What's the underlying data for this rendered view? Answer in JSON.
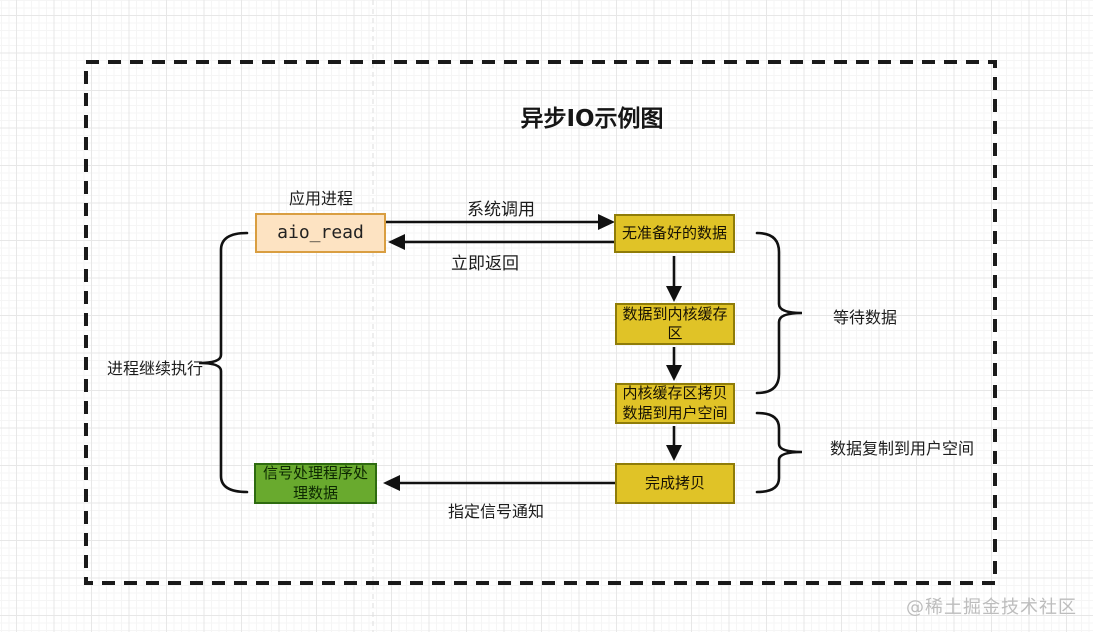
{
  "title": "异步IO示例图",
  "watermark": "@稀土掘金技术社区",
  "colors": {
    "yellow_box_fill": "#e0c327",
    "yellow_box_border": "#8f7c08",
    "orange_box_fill": "#fde3c2",
    "orange_box_border": "#d99e41",
    "green_box_fill": "#69aa2e",
    "green_box_border": "#2e6b10",
    "line": "#111111"
  },
  "nodes": [
    {
      "id": "aio-read",
      "label": "aio_read",
      "caption": "应用进程"
    },
    {
      "id": "data-not-ready",
      "label": "无准备好的数据"
    },
    {
      "id": "data-to-kernel-buffer",
      "label": "数据到内核缓存区"
    },
    {
      "id": "kernel-copy-to-user",
      "label": "内核缓存区拷贝数据到用户空间"
    },
    {
      "id": "copy-complete",
      "label": "完成拷贝"
    },
    {
      "id": "signal-handler",
      "label": "信号处理程序处理数据"
    }
  ],
  "edge_labels": {
    "system_call": "系统调用",
    "immediate_return": "立即返回",
    "signal_notify": "指定信号通知"
  },
  "brace_labels": {
    "wait_data": "等待数据",
    "copy_to_user_space": "数据复制到用户空间",
    "process_continues": "进程继续执行"
  }
}
